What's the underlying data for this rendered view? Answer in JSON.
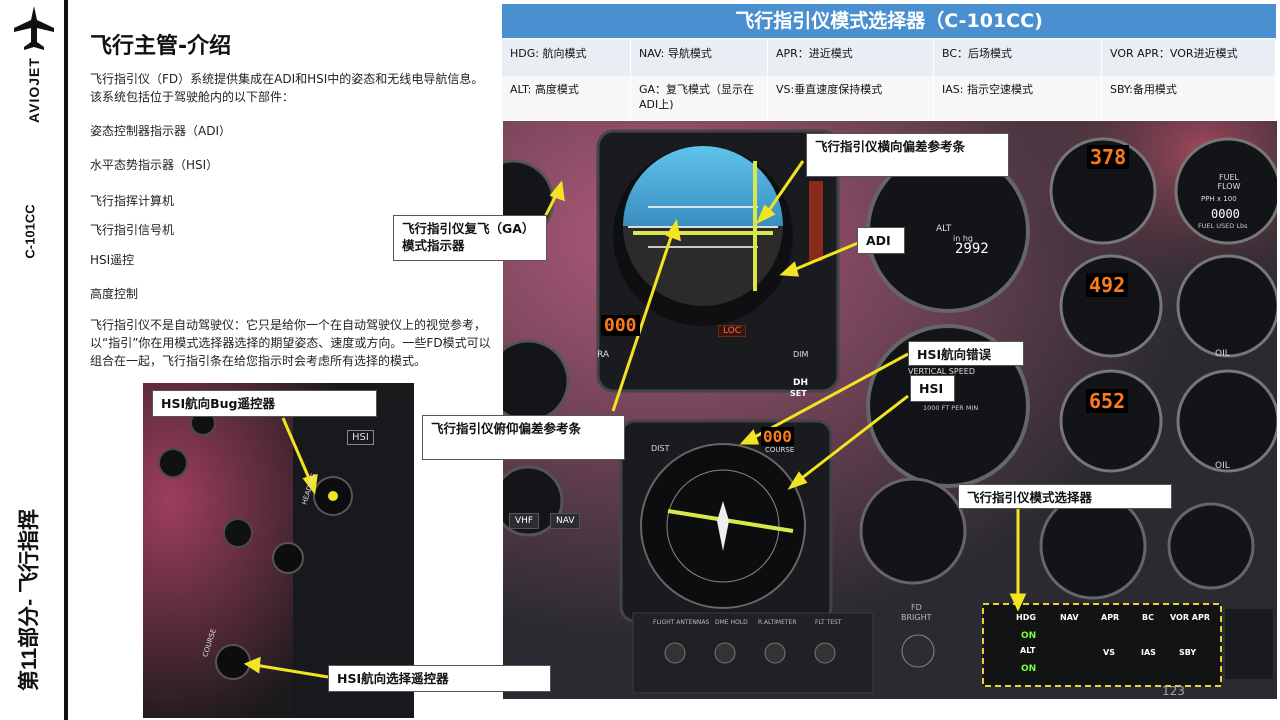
{
  "sidebar": {
    "brand": "AVIOJET",
    "model": "C-101CC",
    "section": "第11部分- 飞行指挥"
  },
  "content": {
    "title": "飞行主管-介绍",
    "intro": "飞行指引仪（FD）系统提供集成在ADI和HSI中的姿态和无线电导航信息。该系统包括位于驾驶舱内的以下部件：",
    "components": [
      "姿态控制器指示器（ADI）",
      "水平态势指示器（HSI）",
      "飞行指挥计算机",
      "飞行指引信号机",
      "HSI遥控",
      "高度控制"
    ],
    "note": "飞行指引仪不是自动驾驶仪：它只是给你一个在自动驾驶仪上的视觉参考，以“指引”你在用模式选择器选择的期望姿态、速度或方向。一些FD模式可以组合在一起，飞行指引条在给您指示时会考虑所有选择的模式。"
  },
  "mode_panel": {
    "title": "飞行指引仪模式选择器（C-101CC)",
    "row1": [
      "HDG: 航向模式",
      "NAV: 导航模式",
      "APR：进近模式",
      "BC：后场模式",
      "VOR APR：VOR进近模式"
    ],
    "row2": [
      "ALT: 高度模式",
      "GA：复飞模式（显示在ADI上)",
      "VS:垂直速度保持模式",
      "IAS: 指示空速模式",
      "SBY:备用模式"
    ]
  },
  "callouts": {
    "lateral_bar": "飞行指引仪横向偏差参考条",
    "ga_indicator": "飞行指引仪复飞（GA）模式指示器",
    "adi": "ADI",
    "hsi_heading_error": "HSI航向错误",
    "hsi": "HSI",
    "pitch_bar": "飞行指引仪俯仰偏差参考条",
    "mode_selector": "飞行指引仪模式选择器",
    "heading_bug_knob": "HSI航向Bug遥控器",
    "course_knob": "HSI航向选择遥控器"
  },
  "cockpit": {
    "fuel_counter": "378",
    "fuel_flow_label": "FUEL FLOW",
    "fuel_flow_unit": "PPH x 100",
    "fuel_used_counter": "0000",
    "fuel_used_label": "FUEL USED Lbs",
    "alt_counter": "2992",
    "alt_label": "ALT",
    "alt_unit": "in hg",
    "temp_counter": "492",
    "oil_counter": "652",
    "oil_label": "OIL",
    "vsi_label": "VERTICAL SPEED",
    "vsi_unit": "1000 FT PER MIN",
    "adi_counter": "000",
    "loc_label": "LOC",
    "ra_label": "RA",
    "dim_label": "DIM",
    "dh_label": "DH",
    "set_label": "SET",
    "course_counter": "000",
    "course_label": "COURSE",
    "dist_label": "DIST",
    "vhf_label": "VHF",
    "nav_label": "NAV",
    "fd_label": "FD",
    "bright_label": "BRIGHT",
    "selector_buttons": [
      "HDG",
      "NAV",
      "APR",
      "BC",
      "VOR APR",
      "ALT",
      "VS",
      "IAS",
      "SBY"
    ],
    "selector_on": "ON",
    "switch_labels": [
      "FLIGHT ANTENNAS",
      "DME HOLD",
      "R.ALTIMETER",
      "FLT TEST"
    ],
    "hsi_panel_label": "HSI",
    "heading_label": "HEADING",
    "course_knob_label": "COURSE"
  },
  "page_number": "123",
  "colors": {
    "header_blue": "#4a90d0",
    "callout_arrow": "#f2e422",
    "digit_orange": "#ff7a1a",
    "annunciator_green": "#7cff3a",
    "selector_border": "#e8d23a"
  }
}
